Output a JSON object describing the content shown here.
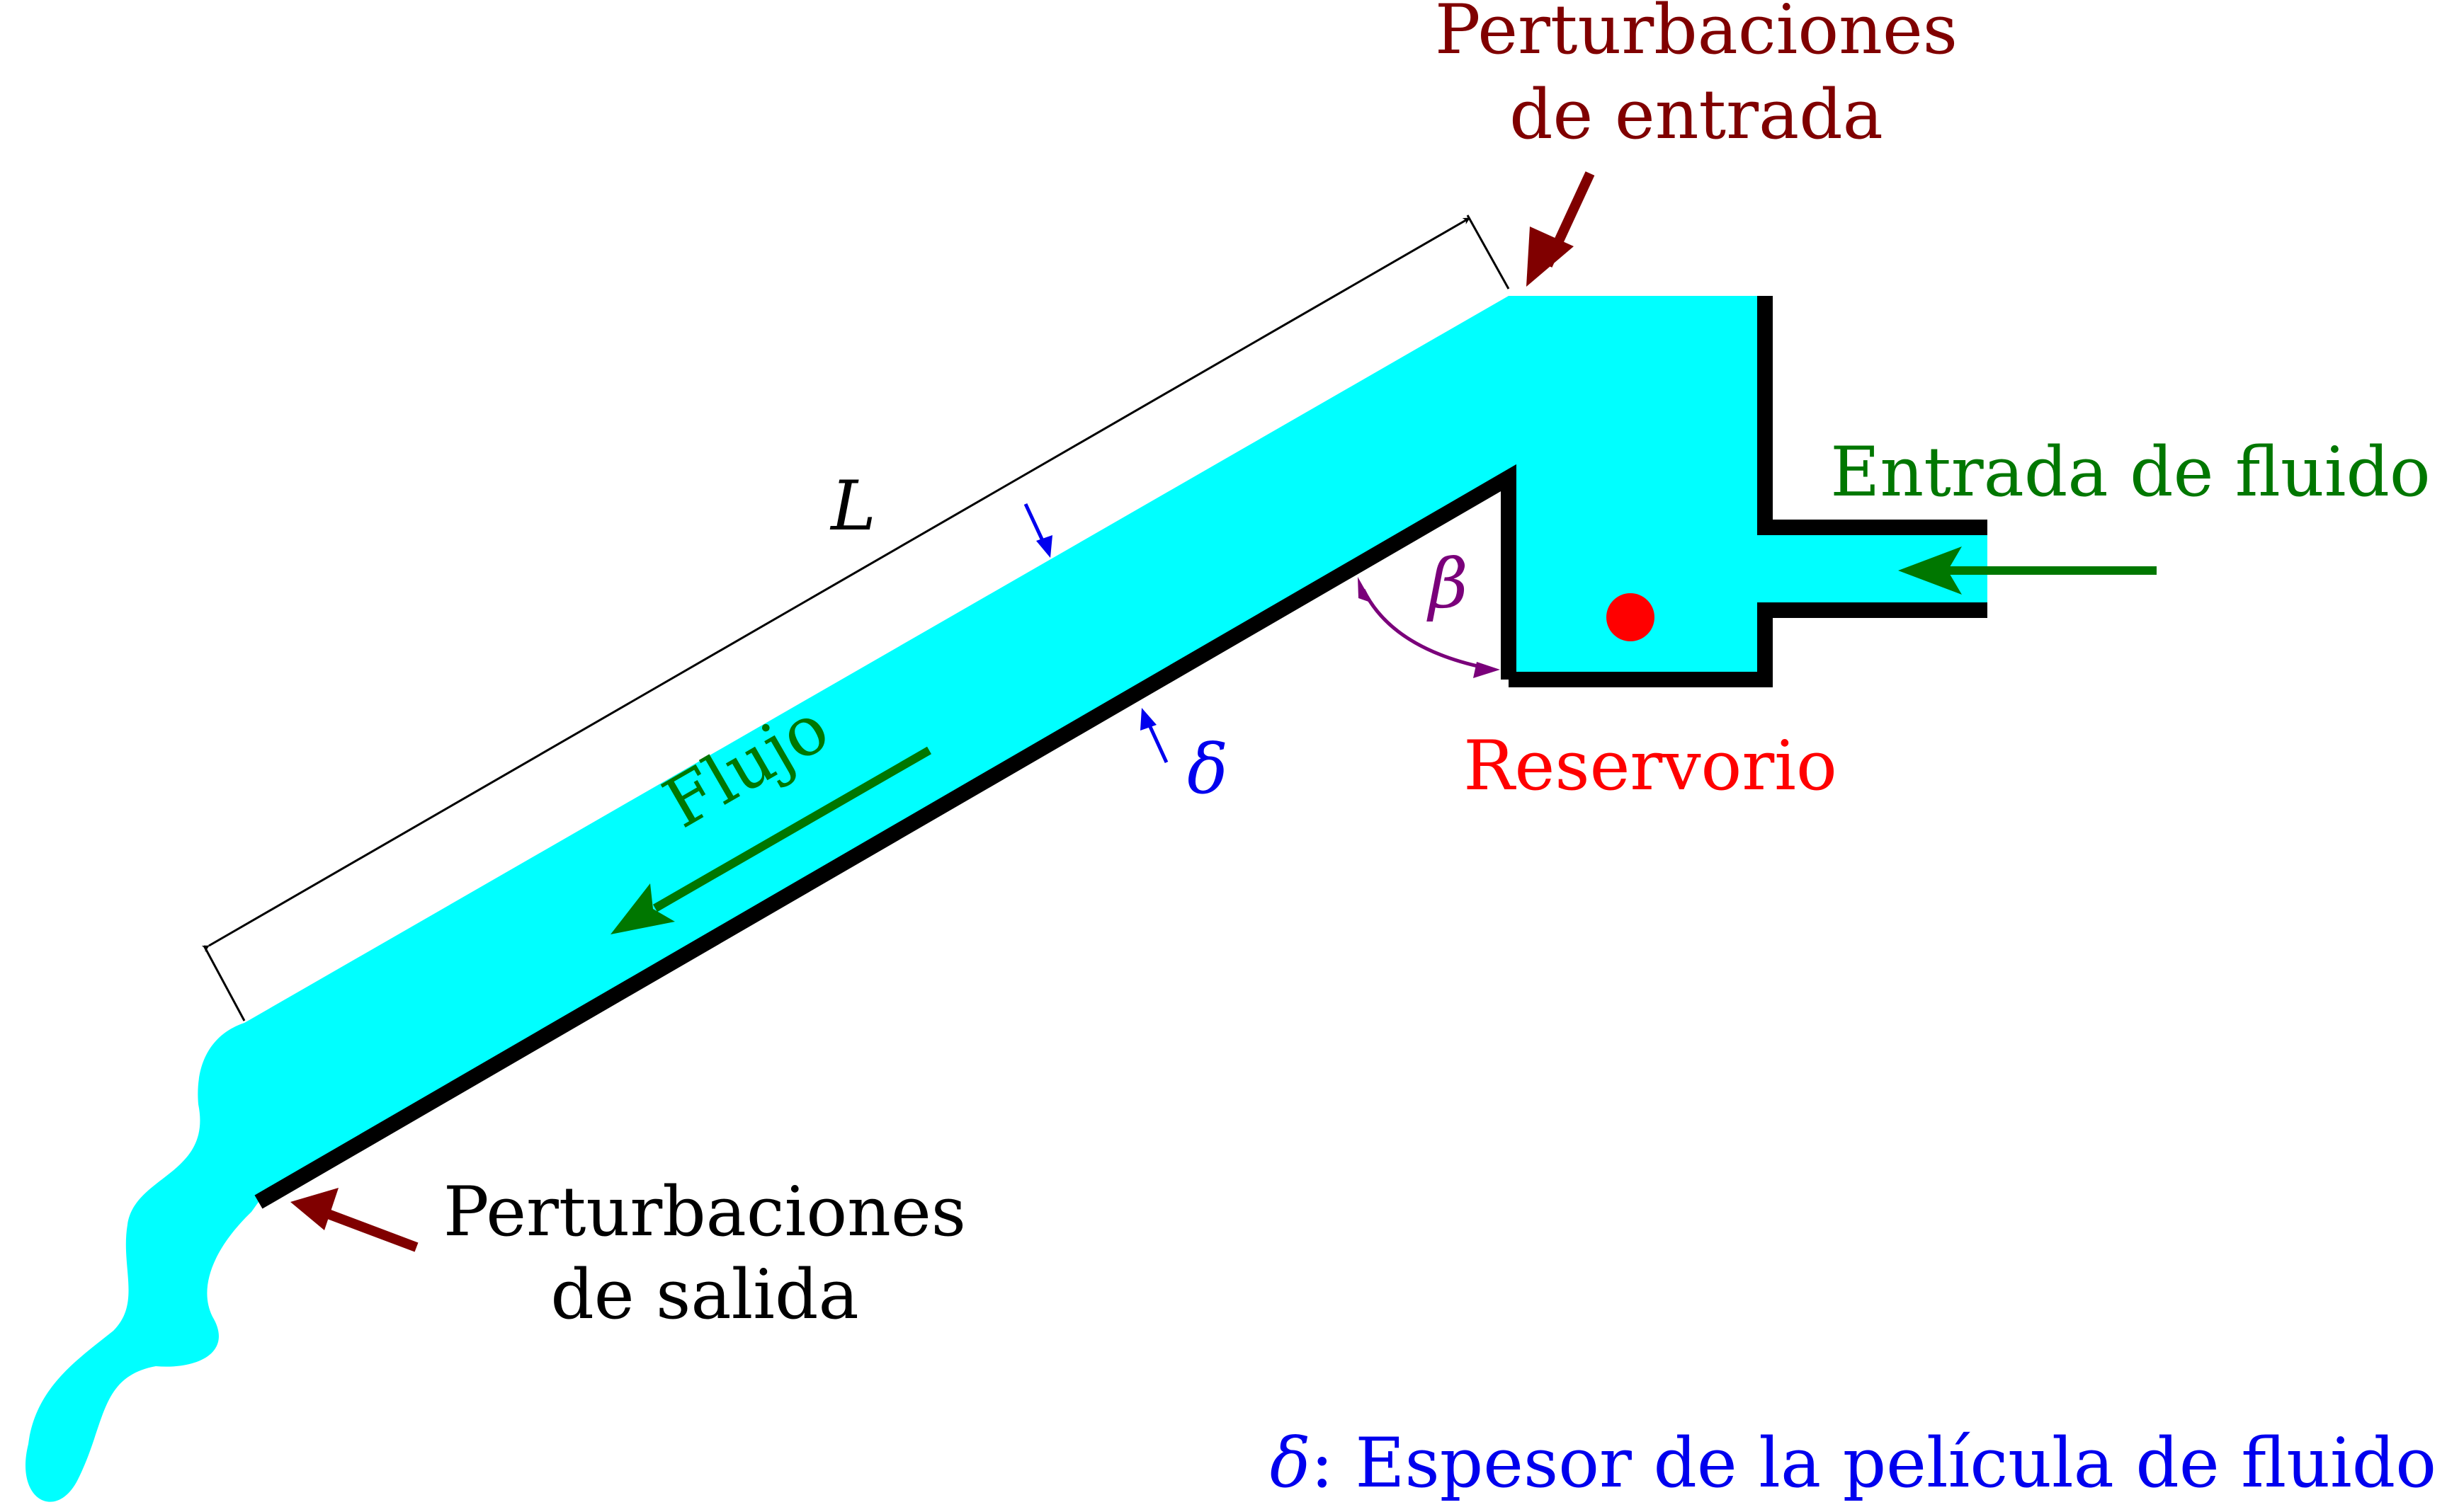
{
  "labels": {
    "inlet_perturbations_line1": "Perturbaciones",
    "inlet_perturbations_line2": "de entrada",
    "outlet_perturbations_line1": "Perturbaciones",
    "outlet_perturbations_line2": "de salida",
    "fluid_inlet": "Entrada de fluido",
    "flow": "Flujo",
    "reservoir": "Reservorio",
    "length_symbol": "L",
    "angle_symbol": "β",
    "thickness_symbol": "δ",
    "legend_symbol": "δ",
    "legend_text": ": Espesor de la película de fluido"
  },
  "colors": {
    "fluid": "#00ffff",
    "wall": "#000000",
    "perturbation_arrows": "#800000",
    "flow_arrows": "#007700",
    "thickness": "#0000ee",
    "angle": "#7a007a",
    "reservoir": "#ff0000"
  }
}
